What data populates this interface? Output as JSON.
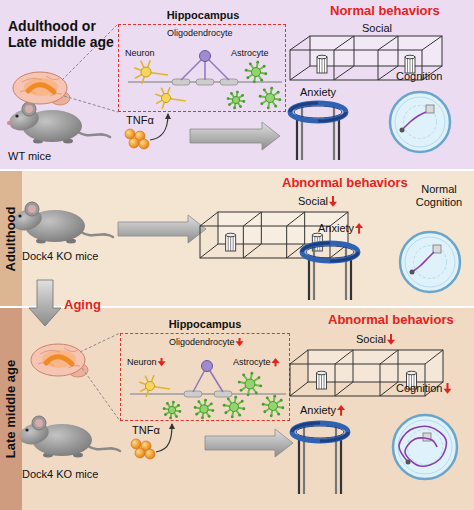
{
  "diagram": {
    "nodes": [
      {
        "text": [
          "Adulthood or Late middle age"
        ]
      },
      {
        "text": [
          "Hippocampus",
          "Oligodendrocyte",
          "Neuron",
          "Astrocyte"
        ],
        "in": 0
      },
      {
        "text": [
          "Adulthood"
        ]
      },
      {
        "text": [
          "Late middle age"
        ]
      },
      {
        "text": [
          "Hippocampus",
          "Oligodendrocyte",
          "Neuron",
          "Astrocyte"
        ]
      }
    ],
    "labels": [
      "WT mice",
      "TNFα",
      "Normal behaviors",
      "Social",
      "Anxiety",
      "Cognition",
      "Dock4 KO mice",
      "Abnormal behaviors",
      "Social",
      "Anxiety",
      "Normal Cognition",
      "Aging",
      "Dock4 KO mice",
      "TNFα",
      "Abnormal behaviors",
      "Social",
      "Anxiety",
      "Cognition"
    ]
  }
}
